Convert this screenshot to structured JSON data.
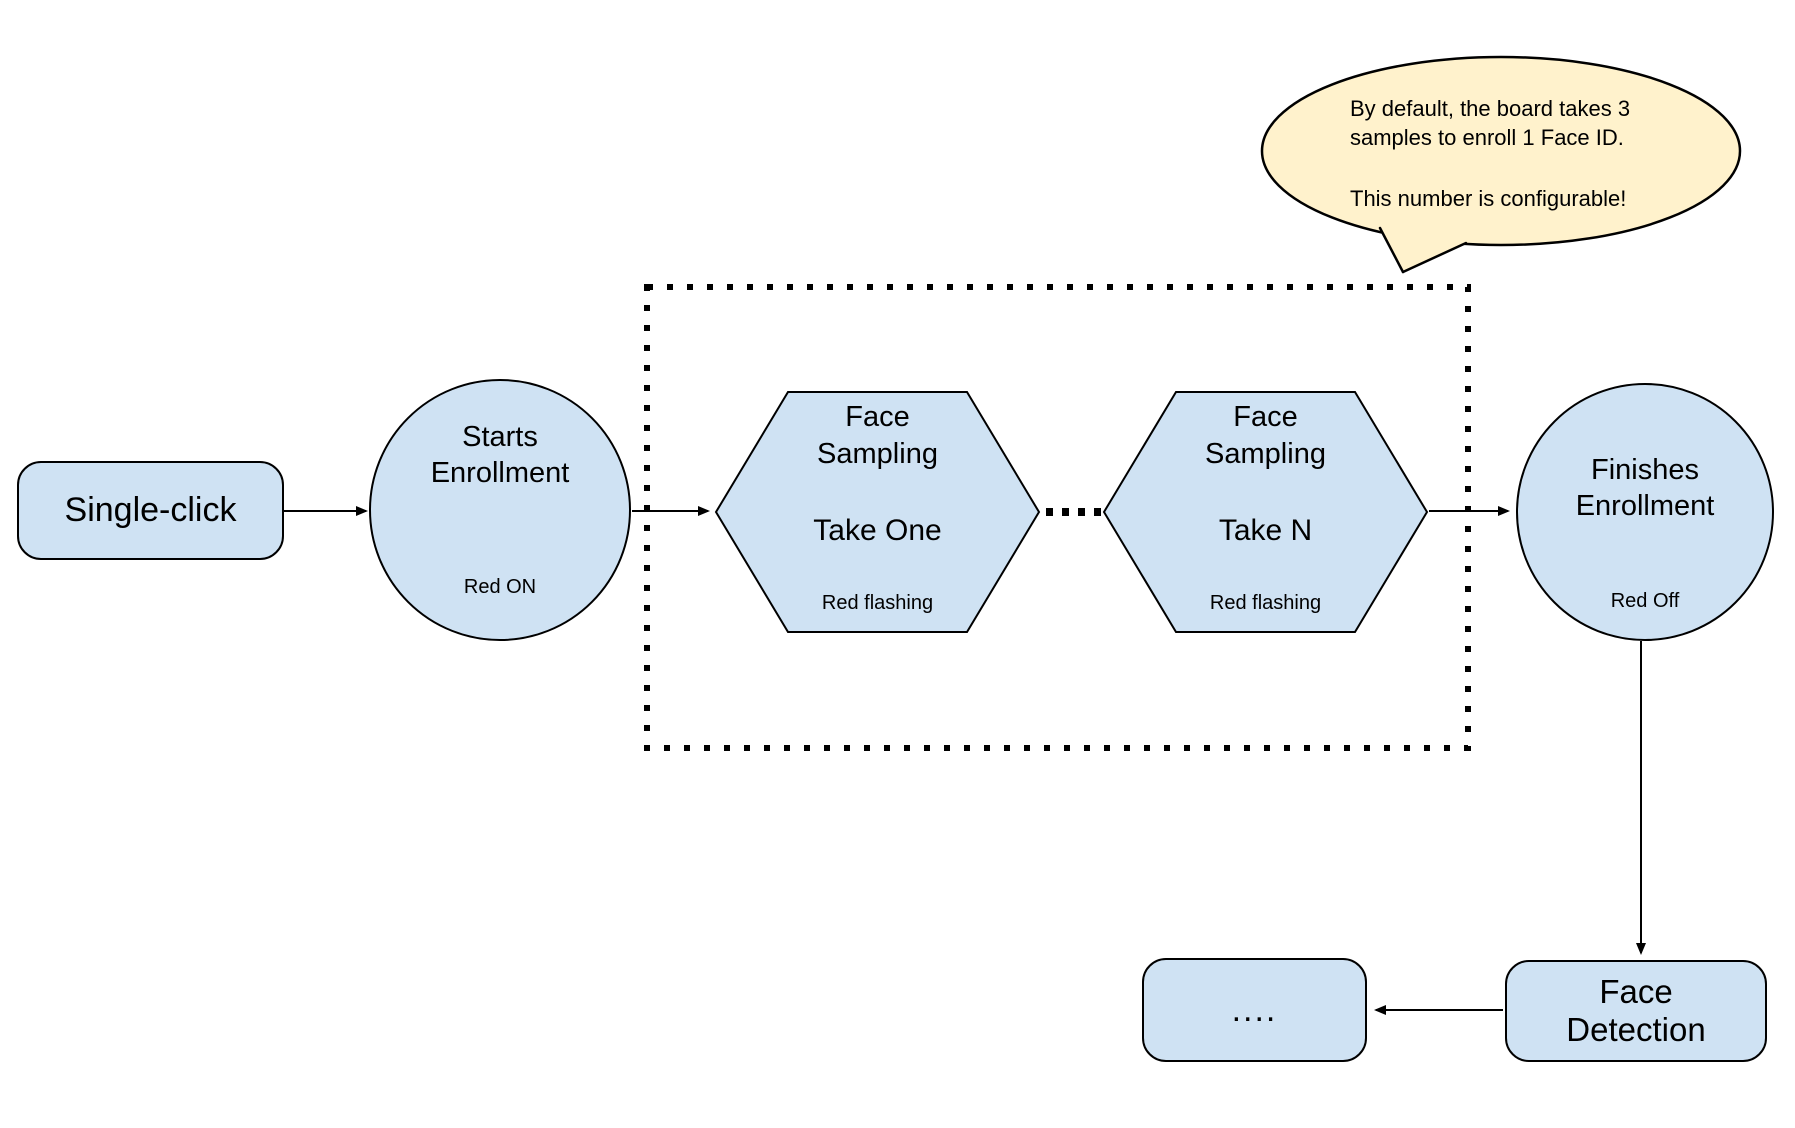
{
  "colors": {
    "node_fill": "#cfe2f3",
    "node_stroke": "#000000",
    "callout_fill": "#fff2cc",
    "background": "#ffffff"
  },
  "flow": {
    "single_click": {
      "label": "Single-click"
    },
    "starts_enrollment": {
      "name_line1": "Starts",
      "name_line2": "Enrollment",
      "led_status": "Red ON"
    },
    "face_sampling_first": {
      "title_line1": "Face",
      "title_line2": "Sampling",
      "step": "Take One",
      "led_status": "Red flashing"
    },
    "face_sampling_last": {
      "title_line1": "Face",
      "title_line2": "Sampling",
      "step": "Take N",
      "led_status": "Red flashing"
    },
    "finishes_enrollment": {
      "name_line1": "Finishes",
      "name_line2": "Enrollment",
      "led_status": "Red Off"
    },
    "face_detection": {
      "label_line1": "Face",
      "label_line2": "Detection"
    },
    "ellipsis_node": {
      "label": "...."
    }
  },
  "callout": {
    "text_line1": "By default, the board takes 3",
    "text_line2": "samples to enroll 1 Face ID.",
    "text_line3": "This number is configurable!"
  }
}
